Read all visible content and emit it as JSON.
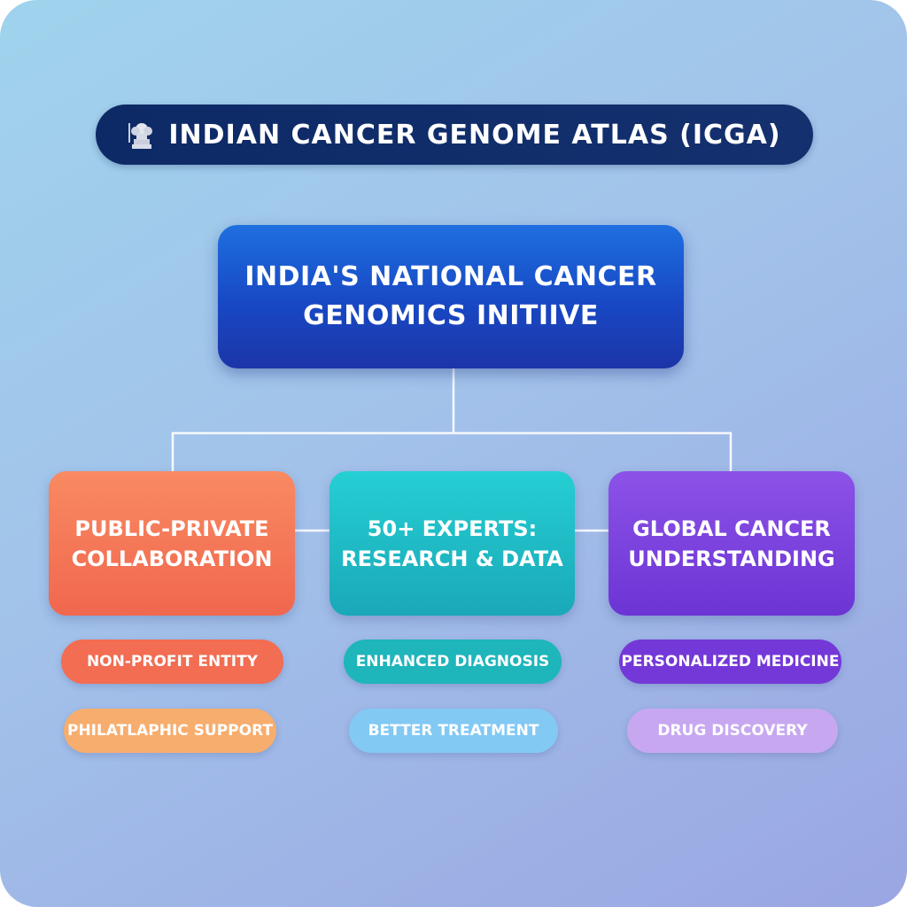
{
  "header": {
    "title": "INDIAN CANCER GENOME ATLAS (ICGA)",
    "emblem_icon": "national-emblem-icon"
  },
  "main_node": {
    "line1": "INDIA'S NATIONAL CANCER",
    "line2": "GENOMICS INITIIVE",
    "color": "#1848c4"
  },
  "pillars": [
    {
      "line1": "PUBLIC-PRIVATE",
      "line2": "COLLABORATION",
      "color": "#f0674e",
      "tags": [
        "NON-PROFIT ENTITY",
        "PHILATLAPHIC SUPPORT"
      ]
    },
    {
      "line1": "50+ EXPERTS:",
      "line2": "RESEARCH & DATA",
      "color": "#1aa8b8",
      "tags": [
        "ENHANCED DIAGNOSIS",
        "BETTER TREATMENT"
      ]
    },
    {
      "line1": "GLOBAL CANCER",
      "line2": "UNDERSTANDING",
      "color": "#6c34d4",
      "tags": [
        "PERSONALIZED MEDICINE",
        "DRUG DISCOVERY"
      ]
    }
  ]
}
